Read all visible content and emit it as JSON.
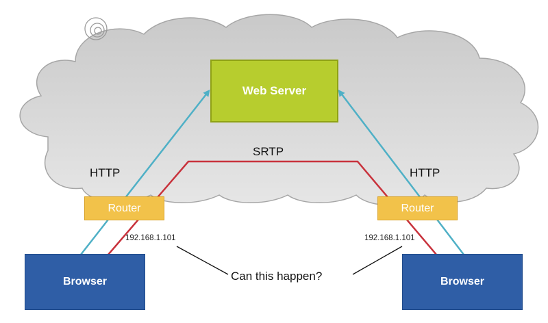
{
  "nodes": {
    "web_server": "Web Server",
    "router_left": "Router",
    "router_right": "Router",
    "browser_left": "Browser",
    "browser_right": "Browser"
  },
  "labels": {
    "http_left": "HTTP",
    "http_right": "HTTP",
    "srtp": "SRTP",
    "ip_left": "192.168.1.101",
    "ip_right": "192.168.1.101",
    "question": "Can this happen?"
  },
  "colors": {
    "cloud_fill": "#d9d9d9",
    "cloud_stroke": "#a6a6a6",
    "http_line": "#4fb0c6",
    "srtp_line": "#c8323c",
    "server_fill": "#b7cd2e",
    "router_fill": "#f2c24a",
    "browser_fill": "#2f5ea6"
  }
}
